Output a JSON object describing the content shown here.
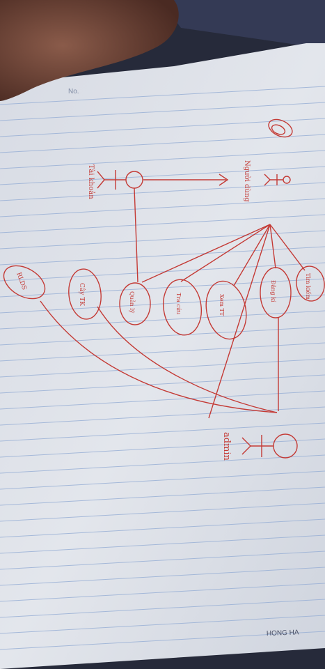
{
  "header": {
    "no_label": "No."
  },
  "footer": {
    "brand": "HONG HA"
  },
  "diagram": {
    "actors": {
      "user_top": "Người dùng",
      "user_bottom": "Tài khoản",
      "admin": "admin"
    },
    "usecases": {
      "tim_kiem": "Tìm kiếm",
      "dang_ki": "Đăng kí",
      "xem_tt": "Xem TT",
      "tra_cuu": "Tra cứu",
      "quan_ly": "Quản lý",
      "cay_tk": "Cây TK",
      "rlds": "RLDS"
    }
  },
  "colors": {
    "ink": "#c43a35",
    "paper": "#dfe3ea",
    "line": "#9ab1d6"
  }
}
